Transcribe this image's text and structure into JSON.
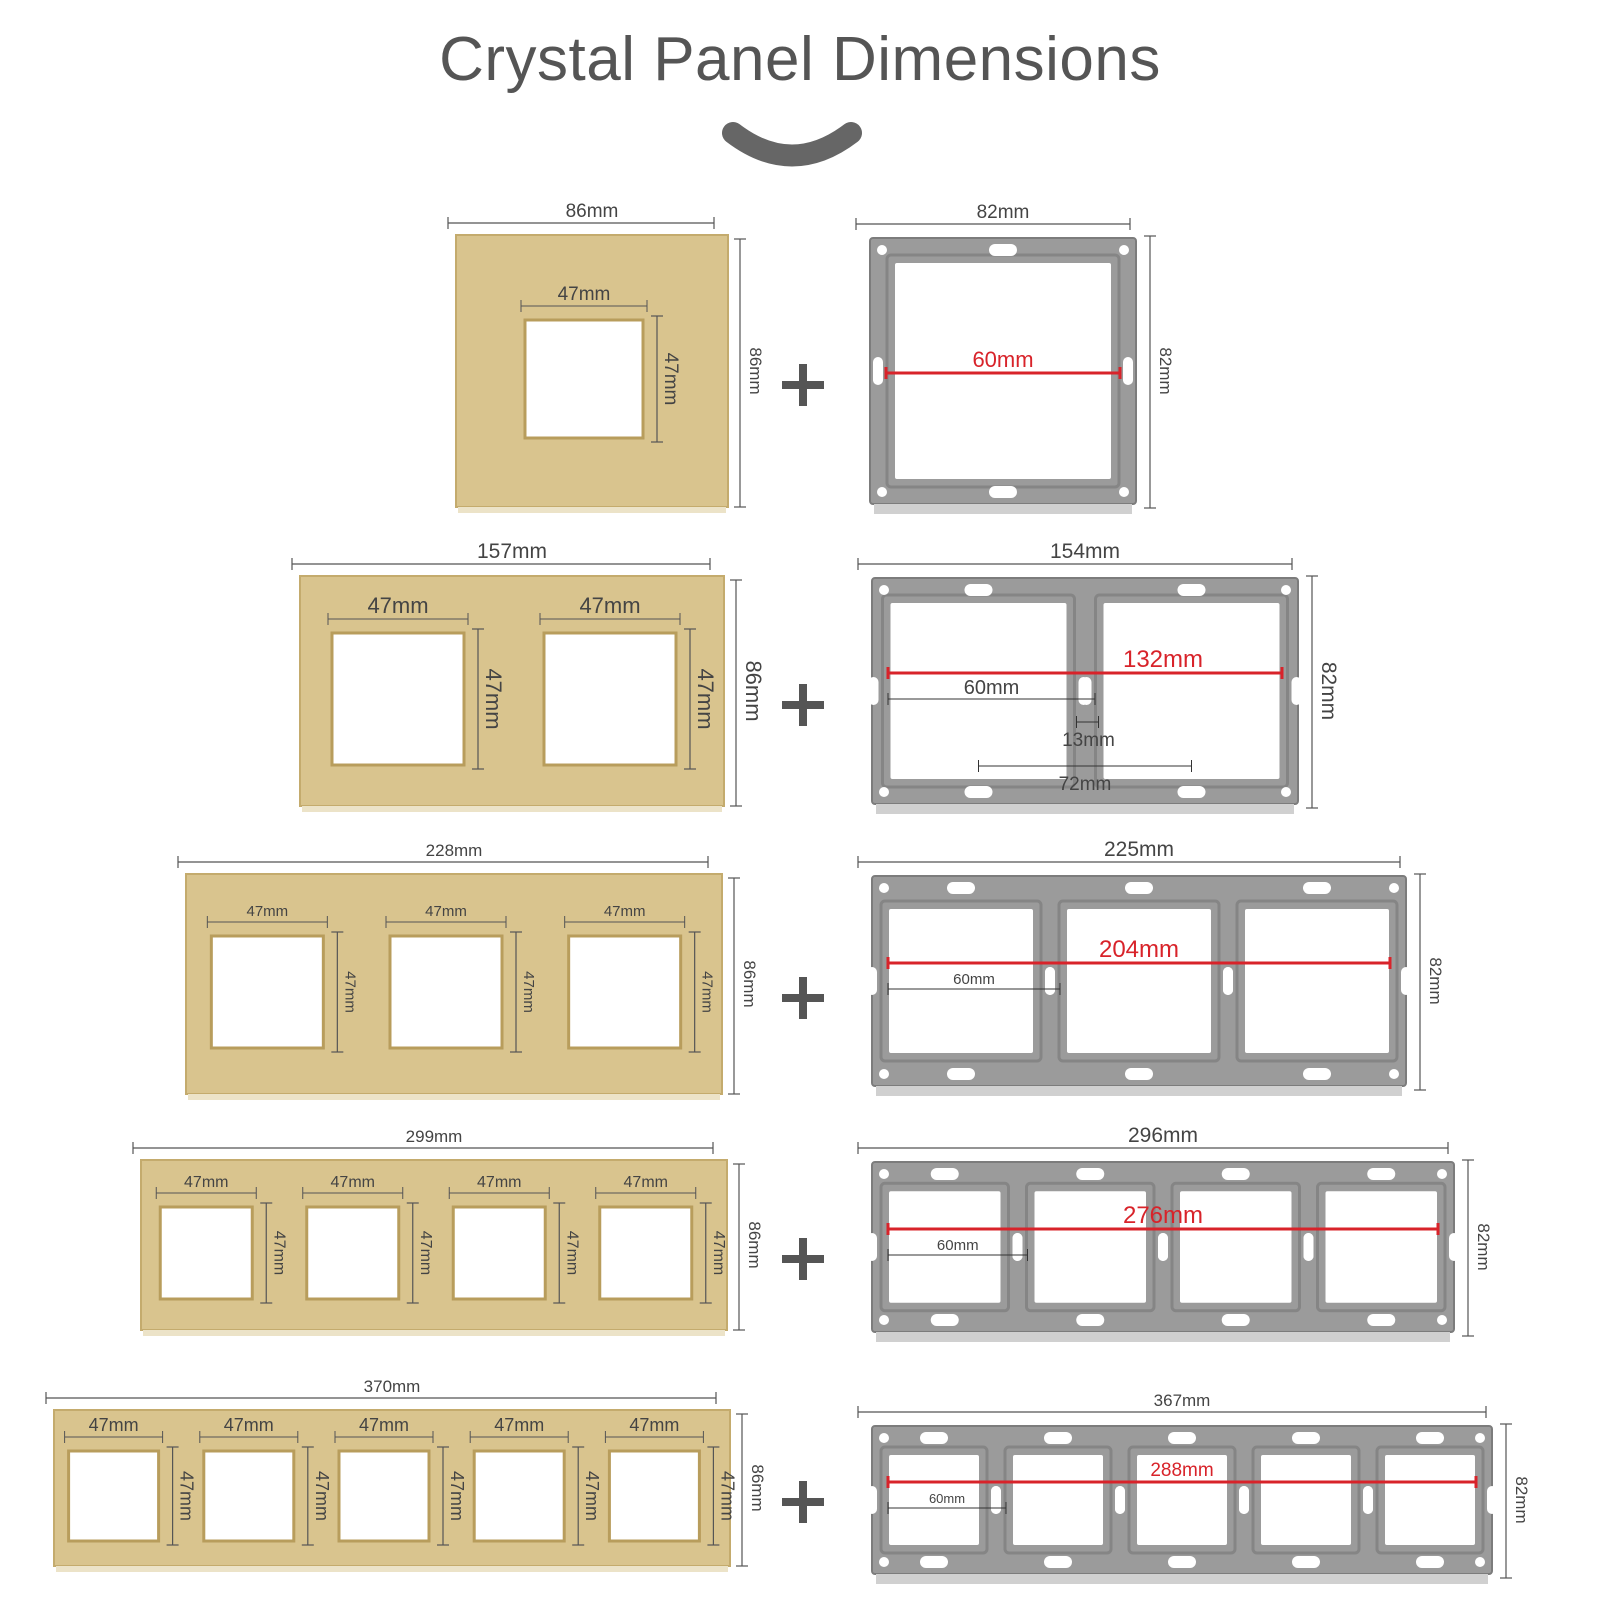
{
  "title": "Crystal Panel Dimensions",
  "colors": {
    "glass_gold": "#d9c48e",
    "glass_gold_edge": "#c4ab6d",
    "frame_gray": "#9b9b9b",
    "frame_dark": "#7c7c7c",
    "measure_red": "#d8232a",
    "title_gray": "#555555",
    "plus_gray": "#555555"
  },
  "icons": {
    "divider": "arc-chevron-icon",
    "plus": "plus-icon"
  },
  "rows": [
    {
      "gangs": 1,
      "panel": {
        "width": "86mm",
        "height": "86mm",
        "opening_w": [
          "47mm"
        ],
        "opening_h": [
          "47mm"
        ]
      },
      "frame": {
        "width": "82mm",
        "height": "82mm",
        "span_red": "60mm",
        "pitch": "",
        "gap": "",
        "center": ""
      }
    },
    {
      "gangs": 2,
      "panel": {
        "width": "157mm",
        "height": "86mm",
        "opening_w": [
          "47mm",
          "47mm"
        ],
        "opening_h": [
          "47mm",
          "47mm"
        ]
      },
      "frame": {
        "width": "154mm",
        "height": "82mm",
        "span_red": "132mm",
        "pitch": "60mm",
        "gap": "13mm",
        "center": "72mm"
      }
    },
    {
      "gangs": 3,
      "panel": {
        "width": "228mm",
        "height": "86mm",
        "opening_w": [
          "47mm",
          "47mm",
          "47mm"
        ],
        "opening_h": [
          "47mm",
          "47mm",
          "47mm"
        ]
      },
      "frame": {
        "width": "225mm",
        "height": "82mm",
        "span_red": "204mm",
        "pitch": "60mm",
        "gap": "",
        "center": ""
      }
    },
    {
      "gangs": 4,
      "panel": {
        "width": "299mm",
        "height": "86mm",
        "opening_w": [
          "47mm",
          "47mm",
          "47mm",
          "47mm"
        ],
        "opening_h": [
          "47mm",
          "47mm",
          "47mm",
          "47mm"
        ]
      },
      "frame": {
        "width": "296mm",
        "height": "82mm",
        "span_red": "276mm",
        "pitch": "60mm",
        "gap": "",
        "center": ""
      }
    },
    {
      "gangs": 5,
      "panel": {
        "width": "370mm",
        "height": "86mm",
        "opening_w": [
          "47mm",
          "47mm",
          "47mm",
          "47mm",
          "47mm"
        ],
        "opening_h": [
          "47mm",
          "47mm",
          "47mm",
          "47mm",
          "47mm"
        ]
      },
      "frame": {
        "width": "367mm",
        "height": "82mm",
        "span_red": "288mm",
        "pitch": "60mm",
        "gap": "",
        "center": ""
      }
    }
  ]
}
